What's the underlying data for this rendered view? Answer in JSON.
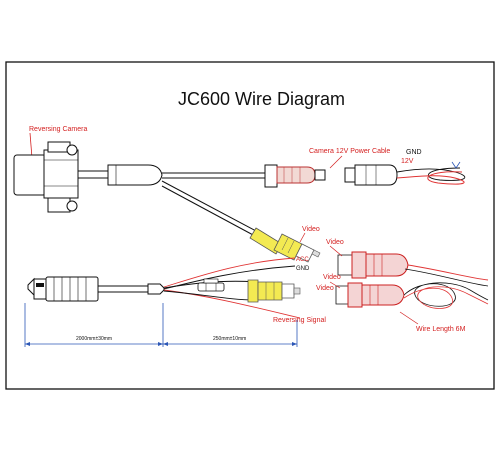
{
  "title": "JC600 Wire Diagram",
  "labels": {
    "reversing_camera": "Reversing Camera",
    "power_cable": "Camera 12V Power Cable",
    "gnd_top": "GND",
    "v12": "12V",
    "video_top": "Video",
    "video_right_top": "Video",
    "video_mid": "Video",
    "video_right_mid": "Video",
    "acc": "ACC",
    "gnd_mid": "GND",
    "reversing_signal": "Reversing Signal",
    "wire_length": "Wire Length 6M",
    "dim_left": "2000mm±30mm",
    "dim_right": "250mm±10mm"
  },
  "colors": {
    "frame": "#111111",
    "red_label": "#d42020",
    "yellow_plug": "#f3ea52",
    "red_wire": "#e03535",
    "dim_line": "#2c57b6"
  }
}
